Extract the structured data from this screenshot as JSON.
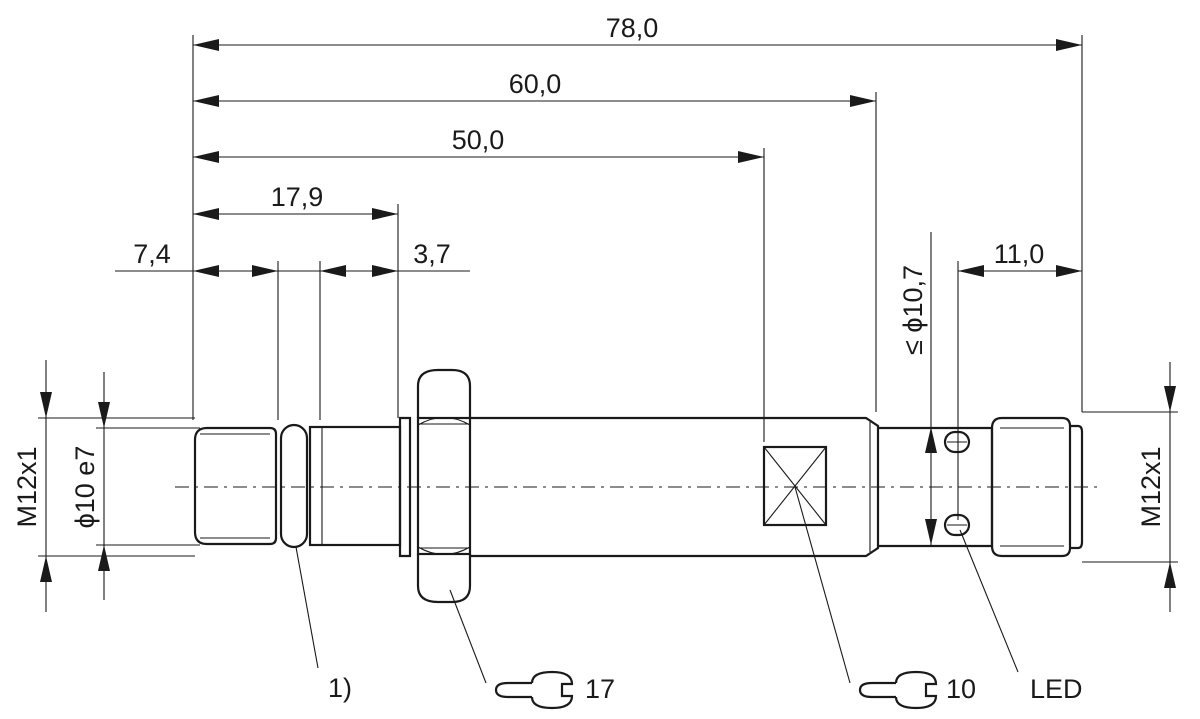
{
  "dimensions": {
    "overall_length": "78,0",
    "length_60": "60,0",
    "length_50": "50,0",
    "length_17_9": "17,9",
    "length_7_4": "7,4",
    "length_3_7": "3,7",
    "length_11": "11,0",
    "diameter_max": "≤ ϕ10,7",
    "thread_left": "M12x1",
    "thread_right": "M12x1",
    "diameter_tip": "ϕ10 e7"
  },
  "callouts": {
    "note_1": "1)",
    "wrench_17": "17",
    "wrench_10": "10",
    "led": "LED"
  }
}
